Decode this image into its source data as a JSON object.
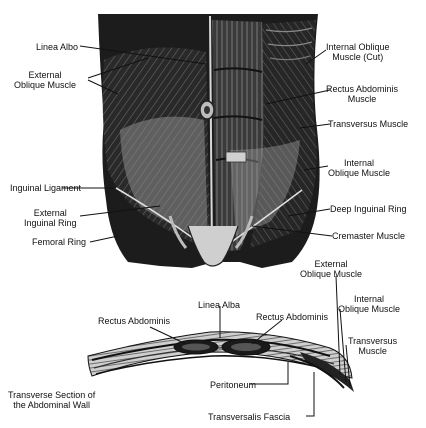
{
  "labels": {
    "linea_alba_top": [
      "Linea Albo"
    ],
    "external_oblique_top": [
      "External",
      "Oblique Muscle"
    ],
    "inguinal_ligament": [
      "Inguinal Ligament"
    ],
    "external_inguinal_ring": [
      "External",
      "Inguinal Ring"
    ],
    "femoral_ring": [
      "Femoral Ring"
    ],
    "internal_oblique_cut": [
      "Internal Oblique",
      "Muscle (Cut)"
    ],
    "rectus_abdominis_top": [
      "Rectus Abdominis",
      "Muscle"
    ],
    "transversus_top": [
      "Transversus Muscle"
    ],
    "internal_oblique_top": [
      "Internal",
      "Oblique Muscle"
    ],
    "deep_inguinal_ring": [
      "Deep Inguinal Ring"
    ],
    "cremaster": [
      "Cremaster Muscle"
    ],
    "external_oblique_bottom": [
      "External",
      "Oblique Muscle"
    ],
    "internal_oblique_bottom": [
      "Internal",
      "Oblique Muscle"
    ],
    "transversus_bottom": [
      "Transversus",
      "Muscle"
    ],
    "linea_alba_bottom": [
      "Linea Alba"
    ],
    "rectus_left": [
      "Rectus Abdominis"
    ],
    "rectus_right": [
      "Rectus Abdominis"
    ],
    "section_title": [
      "Transverse Section of",
      "the Abdominal Wall"
    ],
    "peritoneum": [
      "Peritoneum"
    ],
    "transversalis_fascia": [
      "Transversalis Fascia"
    ]
  }
}
